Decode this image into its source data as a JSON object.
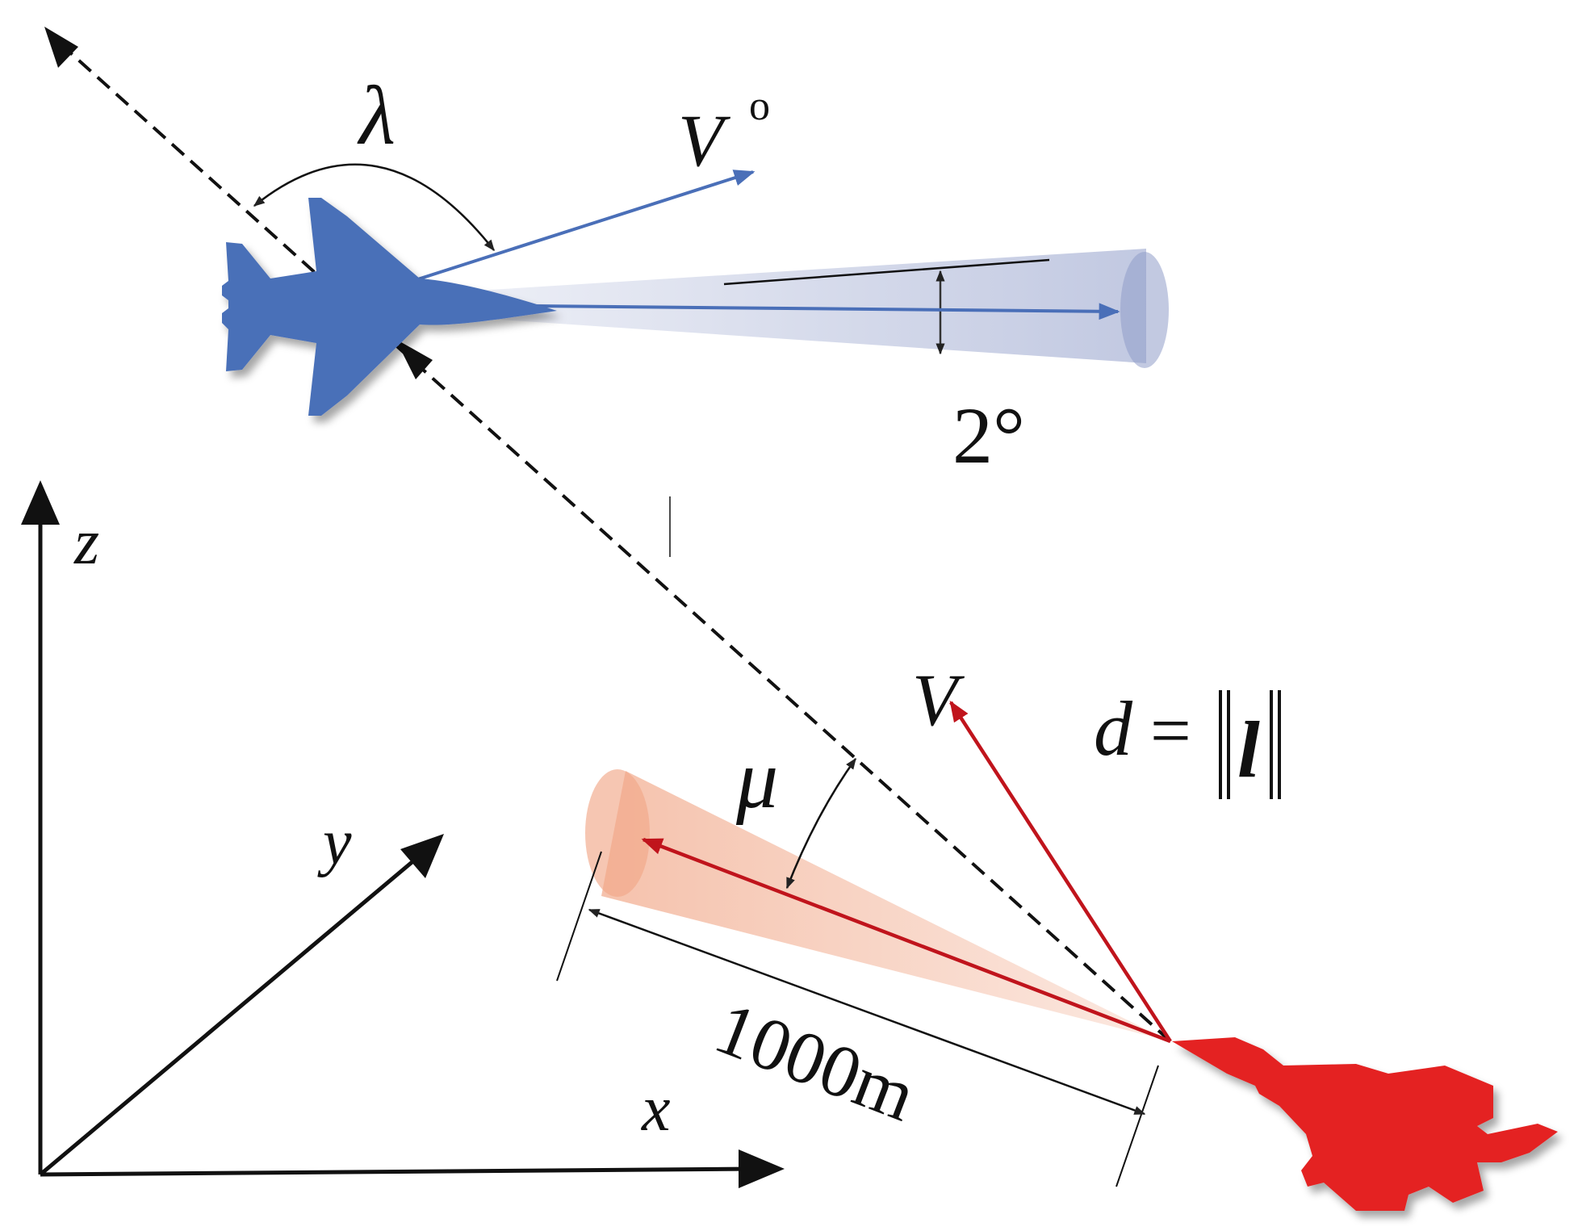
{
  "diagram": {
    "labels": {
      "z_axis": "z",
      "y_axis": "y",
      "x_axis": "x",
      "lambda": "λ",
      "target_velocity": "V",
      "target_velocity_sup": "o",
      "own_velocity": "V",
      "mu": "μ",
      "distance_lhs": "d",
      "distance_eq": "=",
      "distance_vec": "l",
      "cone_angle": "2°",
      "range": "1000m"
    },
    "colors": {
      "target_aircraft": "#4a6fb8",
      "target_cone": "#8f9cc9",
      "own_aircraft": "#e42424",
      "own_cone": "#f1a889",
      "own_vector": "#c0141c",
      "line_of_sight": "#111111",
      "axes": "#111111"
    },
    "icons": [
      "blue-jet-icon",
      "red-jet-icon"
    ]
  }
}
